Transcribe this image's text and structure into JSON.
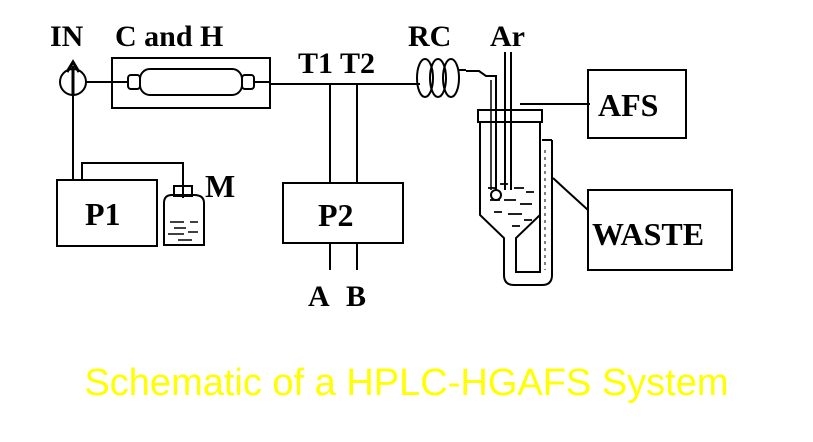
{
  "diagram": {
    "labels": {
      "in": "IN",
      "c_and_h": "C and H",
      "t1": "T1",
      "t2": "T2",
      "rc": "RC",
      "ar": "Ar",
      "afs": "AFS",
      "p1": "P1",
      "m": "M",
      "p2": "P2",
      "a": "A",
      "b": "B",
      "waste": "WASTE"
    },
    "caption": "Schematic of a HPLC-HGAFS System",
    "colors": {
      "background": "#ffffff",
      "lines": "#000000",
      "caption": "#ffff00"
    }
  }
}
